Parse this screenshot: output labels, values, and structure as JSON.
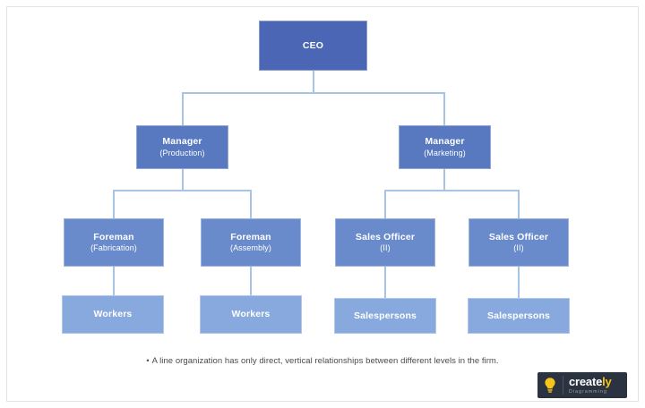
{
  "diagram": {
    "type": "organizational-chart",
    "caption": "A line organization has only direct, vertical relationships between different levels in the firm.",
    "bullet": "•",
    "colors": {
      "level0": "#4a66b4",
      "level1": "#5878c0",
      "level2": "#6a8bcb",
      "level3": "#88a9dd",
      "connector": "#a8c4e5",
      "frame": "#e3e3e3",
      "canvas": "#ffffff",
      "caption_text": "#4b4b4b"
    },
    "nodes": [
      {
        "id": "ceo",
        "title": "CEO",
        "sub": "",
        "level": 0
      },
      {
        "id": "mgr-production",
        "title": "Manager",
        "sub": "(Production)",
        "level": 1
      },
      {
        "id": "mgr-marketing",
        "title": "Manager",
        "sub": "(Marketing)",
        "level": 1
      },
      {
        "id": "foreman-fab",
        "title": "Foreman",
        "sub": "(Fabrication)",
        "level": 2
      },
      {
        "id": "foreman-asm",
        "title": "Foreman",
        "sub": "(Assembly)",
        "level": 2
      },
      {
        "id": "sales-officer-1",
        "title": "Sales Officer",
        "sub": "(II)",
        "level": 2
      },
      {
        "id": "sales-officer-2",
        "title": "Sales Officer",
        "sub": "(II)",
        "level": 2
      },
      {
        "id": "workers-1",
        "title": "Workers",
        "sub": "",
        "level": 3
      },
      {
        "id": "workers-2",
        "title": "Workers",
        "sub": "",
        "level": 3
      },
      {
        "id": "salespersons-1",
        "title": "Salespersons",
        "sub": "",
        "level": 3
      },
      {
        "id": "salespersons-2",
        "title": "Salespersons",
        "sub": "",
        "level": 3
      }
    ]
  },
  "logo": {
    "name": "Creately",
    "word_main": "create",
    "word_accent": "ly",
    "tagline": "Diagramming",
    "bulb_color": "#f5c518",
    "badge_color": "#2b3340"
  }
}
